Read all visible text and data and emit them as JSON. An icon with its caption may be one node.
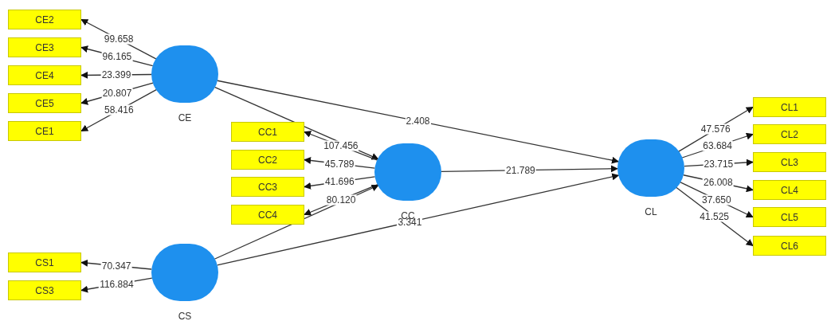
{
  "diagram": {
    "nodes": [
      {
        "text": [
          "CE2"
        ]
      },
      {
        "text": [
          "CE3"
        ]
      },
      {
        "text": [
          "CE4"
        ]
      },
      {
        "text": [
          "CE5"
        ]
      },
      {
        "text": [
          "CE1"
        ]
      },
      {
        "text": [
          "CE"
        ]
      },
      {
        "text": [
          "CC1"
        ]
      },
      {
        "text": [
          "CC2"
        ]
      },
      {
        "text": [
          "CC3"
        ]
      },
      {
        "text": [
          "CC4"
        ]
      },
      {
        "text": [
          "CC"
        ]
      },
      {
        "text": [
          "CL1"
        ]
      },
      {
        "text": [
          "CL2"
        ]
      },
      {
        "text": [
          "CL3"
        ]
      },
      {
        "text": [
          "CL4"
        ]
      },
      {
        "text": [
          "CL5"
        ]
      },
      {
        "text": [
          "CL6"
        ]
      },
      {
        "text": [
          "CL"
        ]
      },
      {
        "text": [
          "CS1"
        ]
      },
      {
        "text": [
          "CS3"
        ]
      },
      {
        "text": [
          "CS"
        ]
      }
    ],
    "edges": [
      {
        "from": 5,
        "to": 0,
        "arrow": "to",
        "label": "99.658"
      },
      {
        "from": 5,
        "to": 1,
        "arrow": "to",
        "label": "96.165"
      },
      {
        "from": 5,
        "to": 2,
        "arrow": "to",
        "label": "23.399"
      },
      {
        "from": 5,
        "to": 3,
        "arrow": "to",
        "label": "20.807"
      },
      {
        "from": 5,
        "to": 4,
        "arrow": "to",
        "label": "58.416"
      },
      {
        "from": 5,
        "to": 10,
        "arrow": "to"
      },
      {
        "from": 5,
        "to": 17,
        "arrow": "to",
        "label": "2.408"
      },
      {
        "from": 10,
        "to": 6,
        "arrow": "to",
        "label": "107.456"
      },
      {
        "from": 10,
        "to": 7,
        "arrow": "to",
        "label": "45.789"
      },
      {
        "from": 10,
        "to": 8,
        "arrow": "to",
        "label": "41.696"
      },
      {
        "from": 10,
        "to": 9,
        "arrow": "to",
        "label": "80.120"
      },
      {
        "from": 10,
        "to": 17,
        "arrow": "to",
        "label": "21.789"
      },
      {
        "from": 17,
        "to": 11,
        "arrow": "to",
        "label": "47.576"
      },
      {
        "from": 17,
        "to": 12,
        "arrow": "to",
        "label": "63.684"
      },
      {
        "from": 17,
        "to": 13,
        "arrow": "to",
        "label": "23.715"
      },
      {
        "from": 17,
        "to": 14,
        "arrow": "to",
        "label": "26.008"
      },
      {
        "from": 17,
        "to": 15,
        "arrow": "to",
        "label": "37.650"
      },
      {
        "from": 17,
        "to": 16,
        "arrow": "to",
        "label": "41.525"
      },
      {
        "from": 20,
        "to": 18,
        "arrow": "to",
        "label": "70.347"
      },
      {
        "from": 20,
        "to": 19,
        "arrow": "to",
        "label": "116.884"
      },
      {
        "from": 20,
        "to": 10,
        "arrow": "to"
      },
      {
        "from": 20,
        "to": 17,
        "arrow": "to",
        "label": "3.341"
      }
    ]
  }
}
